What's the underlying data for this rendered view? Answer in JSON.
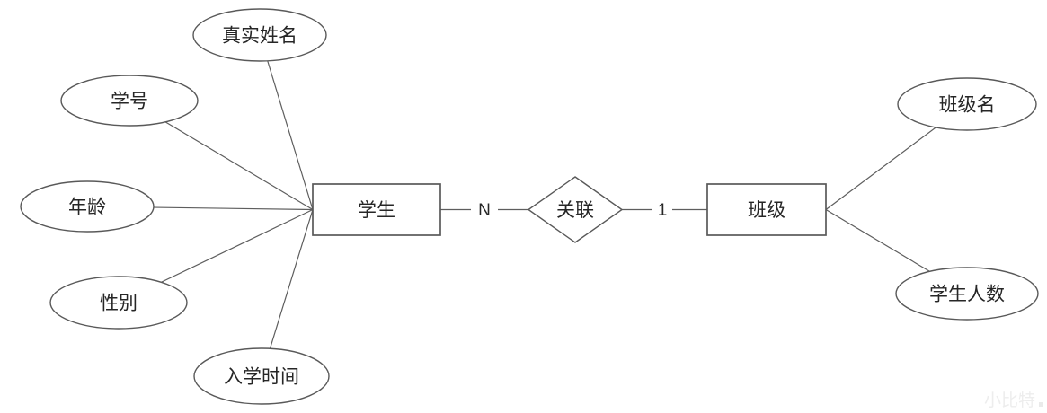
{
  "diagram": {
    "type": "er-diagram",
    "background_color": "#ffffff",
    "stroke_color": "#595959",
    "text_color": "#262626",
    "watermark_color": "#ededed"
  },
  "entities": [
    {
      "id": "student",
      "label": "学生"
    },
    {
      "id": "class",
      "label": "班级"
    }
  ],
  "relationship": {
    "label": "关联",
    "left_cardinality": "N",
    "right_cardinality": "1"
  },
  "student_attributes": [
    {
      "label": "真实姓名"
    },
    {
      "label": "学号"
    },
    {
      "label": "年龄"
    },
    {
      "label": "性别"
    },
    {
      "label": "入学时间"
    }
  ],
  "class_attributes": [
    {
      "label": "班级名"
    },
    {
      "label": "学生人数"
    }
  ],
  "watermark": "小比特"
}
